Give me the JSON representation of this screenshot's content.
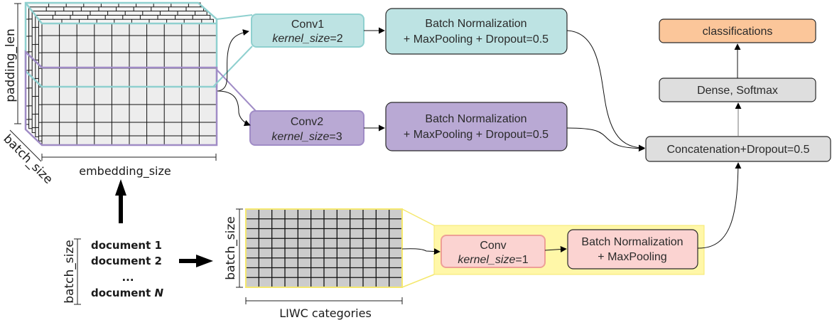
{
  "colors": {
    "teal_fill": "#bde3e3",
    "teal_stroke": "#8fd0cf",
    "purple_fill": "#b9a9d4",
    "purple_stroke": "#a08cc6",
    "pink_fill": "#fbd3d1",
    "pink_stroke": "#ee9f97",
    "yellow_fill": "#fff7a8",
    "yellow_stroke": "#f5e86e",
    "gray_fill": "#dedede",
    "orange_fill": "#fbc69a",
    "tensor_face": "#ededed",
    "liwc_cell": "#cccccc"
  },
  "tensor": {
    "padding_label": "padding_len",
    "batch_label": "batch_size",
    "embedding_label": "embedding_size"
  },
  "documents": {
    "batch_label": "batch_size",
    "items": [
      "document 1",
      "document 2",
      "...",
      "document"
    ],
    "last_suffix": "N"
  },
  "liwc": {
    "batch_label": "batch_size",
    "categories_label": "LIWC categories"
  },
  "conv1": {
    "title": "Conv1",
    "param_name": "kernel_size",
    "param_value": "=2"
  },
  "conv2": {
    "title": "Conv2",
    "param_name": "kernel_size",
    "param_value": "=3"
  },
  "conv3": {
    "title": "Conv",
    "param_name": "kernel_size",
    "param_value": "=1"
  },
  "bn1": {
    "line1": "Batch Normalization",
    "line2": "+ MaxPooling + Dropout=0.5"
  },
  "bn2": {
    "line1": "Batch Normalization",
    "line2": "+ MaxPooling + Dropout=0.5"
  },
  "bn3": {
    "line1": "Batch Normalization",
    "line2": "+ MaxPooling"
  },
  "concat": {
    "label": "Concatenation+Dropout=0.5"
  },
  "dense": {
    "label": "Dense, Softmax"
  },
  "output": {
    "label": "classifications"
  }
}
